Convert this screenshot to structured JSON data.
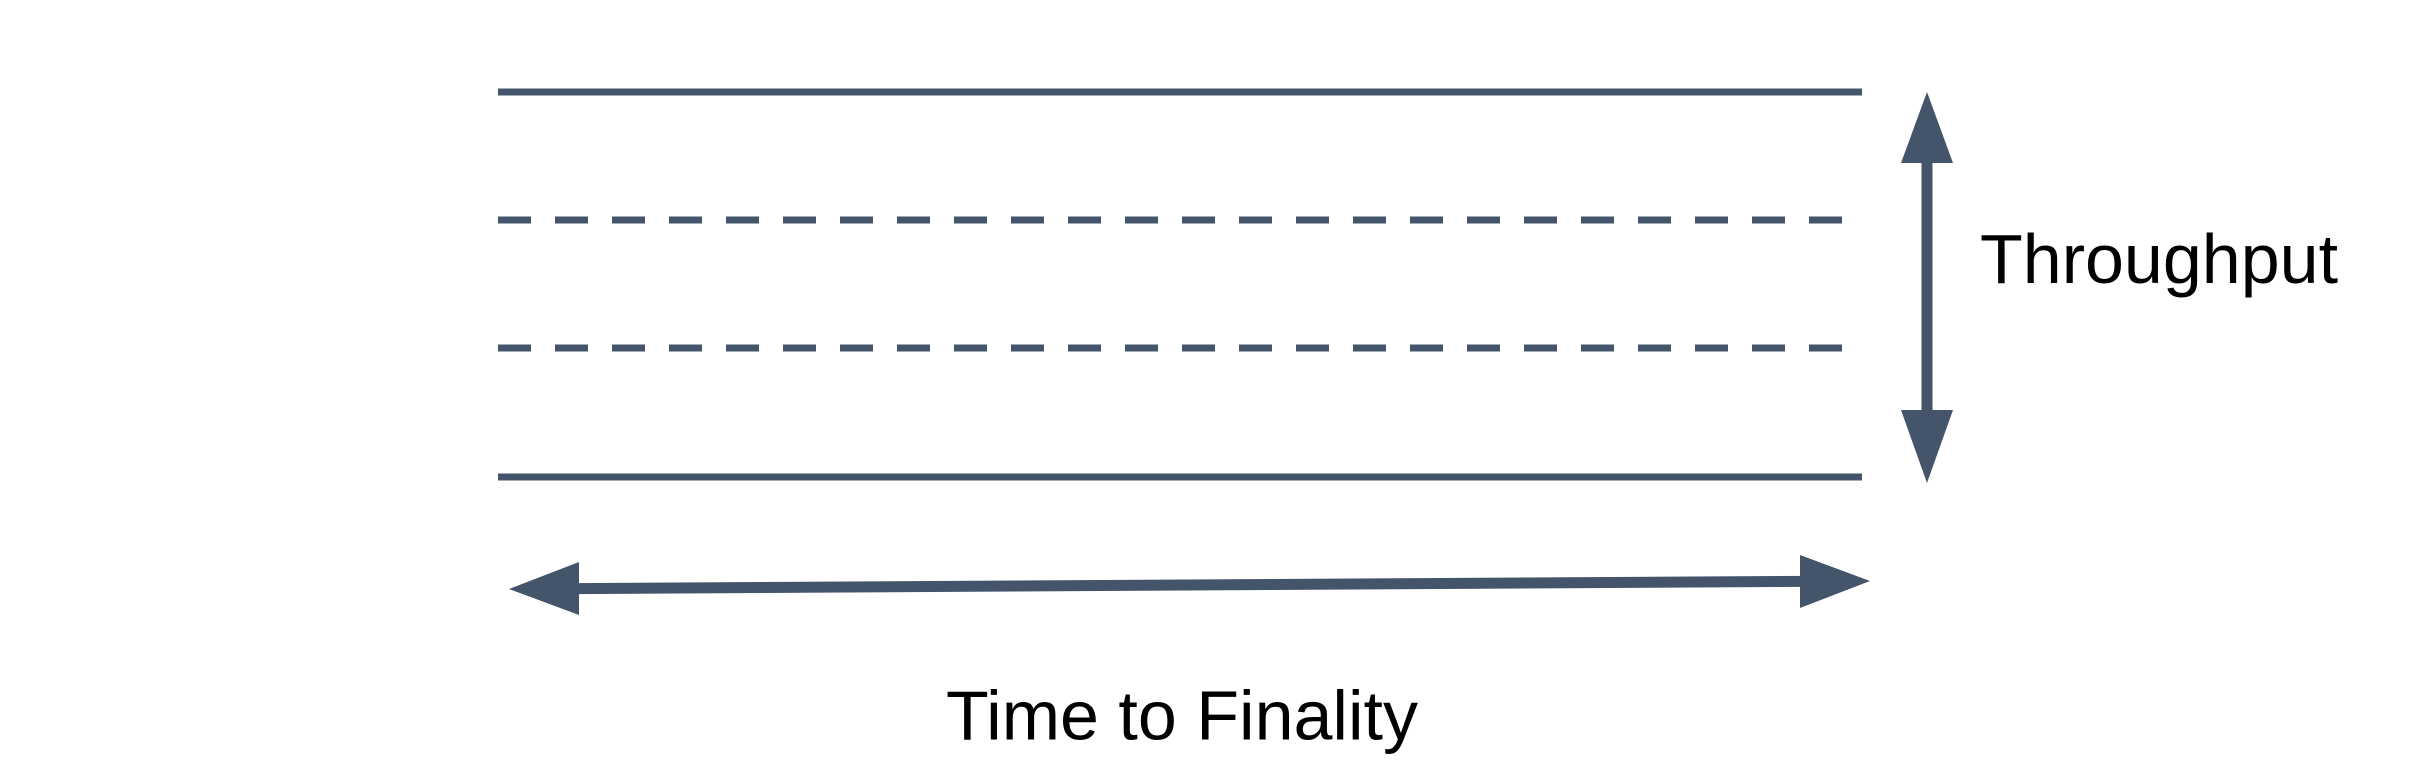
{
  "diagram": {
    "description": "Conceptual diagram of a blockchain band of blocks: a horizontal band bounded by two solid lines with two dashed lines inside, a vertical double-headed arrow on the right measuring the band height, and a horizontal double-headed arrow underneath measuring its length.",
    "labels": {
      "throughput": "Throughput",
      "time_to_finality": "Time to Finality"
    },
    "elements": {
      "solid_lines": 2,
      "dashed_lines": 2,
      "vertical_axis_label": "Throughput",
      "horizontal_axis_label": "Time to Finality"
    }
  },
  "colors": {
    "accent": "#44546A",
    "label": "#000000",
    "background": "#FFFFFF"
  }
}
